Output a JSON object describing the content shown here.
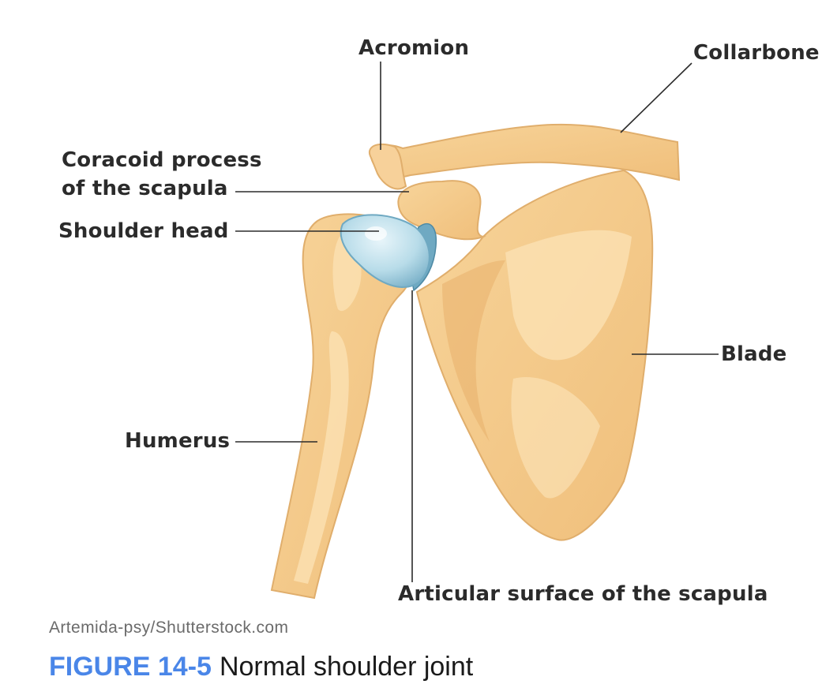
{
  "labels": {
    "acromion": "Acromion",
    "collarbone": "Collarbone",
    "coracoid_line1": "Coracoid process",
    "coracoid_line2": "of the scapula",
    "shoulder_head": "Shoulder head",
    "blade": "Blade",
    "humerus": "Humerus",
    "articular_surface": "Articular surface of the scapula"
  },
  "credit": "Artemida-psy/Shutterstock.com",
  "caption": {
    "figure_number": "FIGURE 14-5",
    "title": "Normal shoulder joint"
  },
  "colors": {
    "bone": "#f4c98a",
    "bone_light": "#fbe3b6",
    "bone_shadow": "#dda863",
    "cartilage": "#a9d3e3",
    "cartilage_dark": "#6fa9c2",
    "leader_line": "#2b2b2b",
    "caption_accent": "#4a86e8"
  }
}
